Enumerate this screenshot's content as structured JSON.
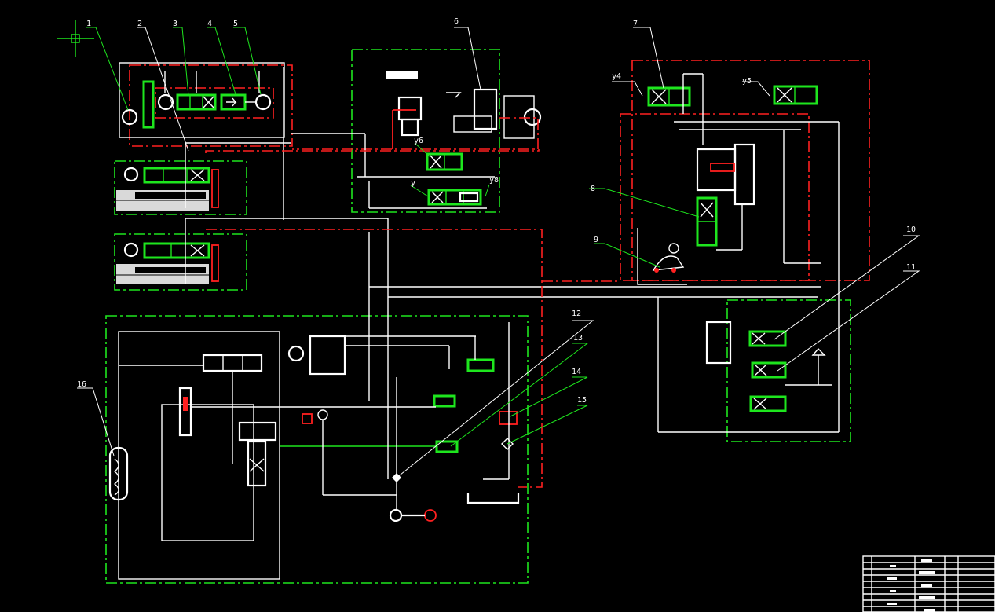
{
  "drawing": {
    "background": "#000000",
    "colors": {
      "line": "#ffffff",
      "component": "#1ee61e",
      "pilot_line": "#ff2020"
    }
  },
  "callouts": {
    "c1": "1",
    "c2": "2",
    "c3": "3",
    "c4": "4",
    "c5": "5",
    "c6": "6",
    "c7": "7",
    "c8": "8",
    "c9": "9",
    "c10": "10",
    "c11": "11",
    "c12": "12",
    "c13": "13",
    "c14": "14",
    "c15": "15",
    "c16": "16"
  },
  "solenoids": {
    "y4": "y4",
    "y5": "y5",
    "y6": "y6",
    "y7": "y",
    "y8": "y8"
  },
  "icons": {
    "crosshair": "crosshair-icon",
    "title_block": "title-block-table"
  }
}
